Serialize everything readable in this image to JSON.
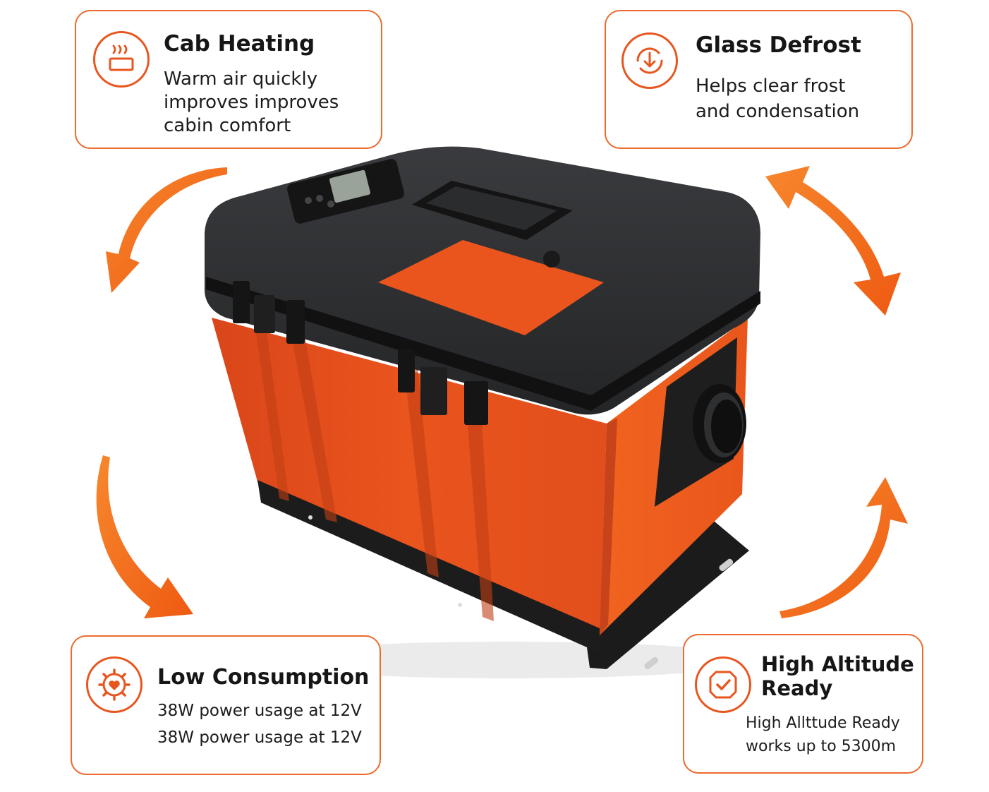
{
  "features": [
    {
      "icon": "heating-icon",
      "title": "Cab Heating",
      "lines": [
        "Warm air quickly",
        "improves improves",
        "cabin comfort"
      ]
    },
    {
      "icon": "defrost-icon",
      "title": "Glass Defrost",
      "lines": [
        "Helps clear frost",
        "and condensation"
      ]
    },
    {
      "icon": "gear-heart-icon",
      "title": "Low Consumption",
      "lines": [
        "38W power usage at 12V",
        "38W power usage at 12V"
      ]
    },
    {
      "icon": "badge-check-icon",
      "title_lines": [
        "High Altitude",
        "Ready"
      ],
      "lines": [
        "High Allttude Ready",
        "works up to 5300m"
      ]
    }
  ],
  "colors": {
    "accent": "#e8561f",
    "arrow": "#f26a1b",
    "body_orange": "#e8541c",
    "lid_black": "#2b2c2e"
  }
}
